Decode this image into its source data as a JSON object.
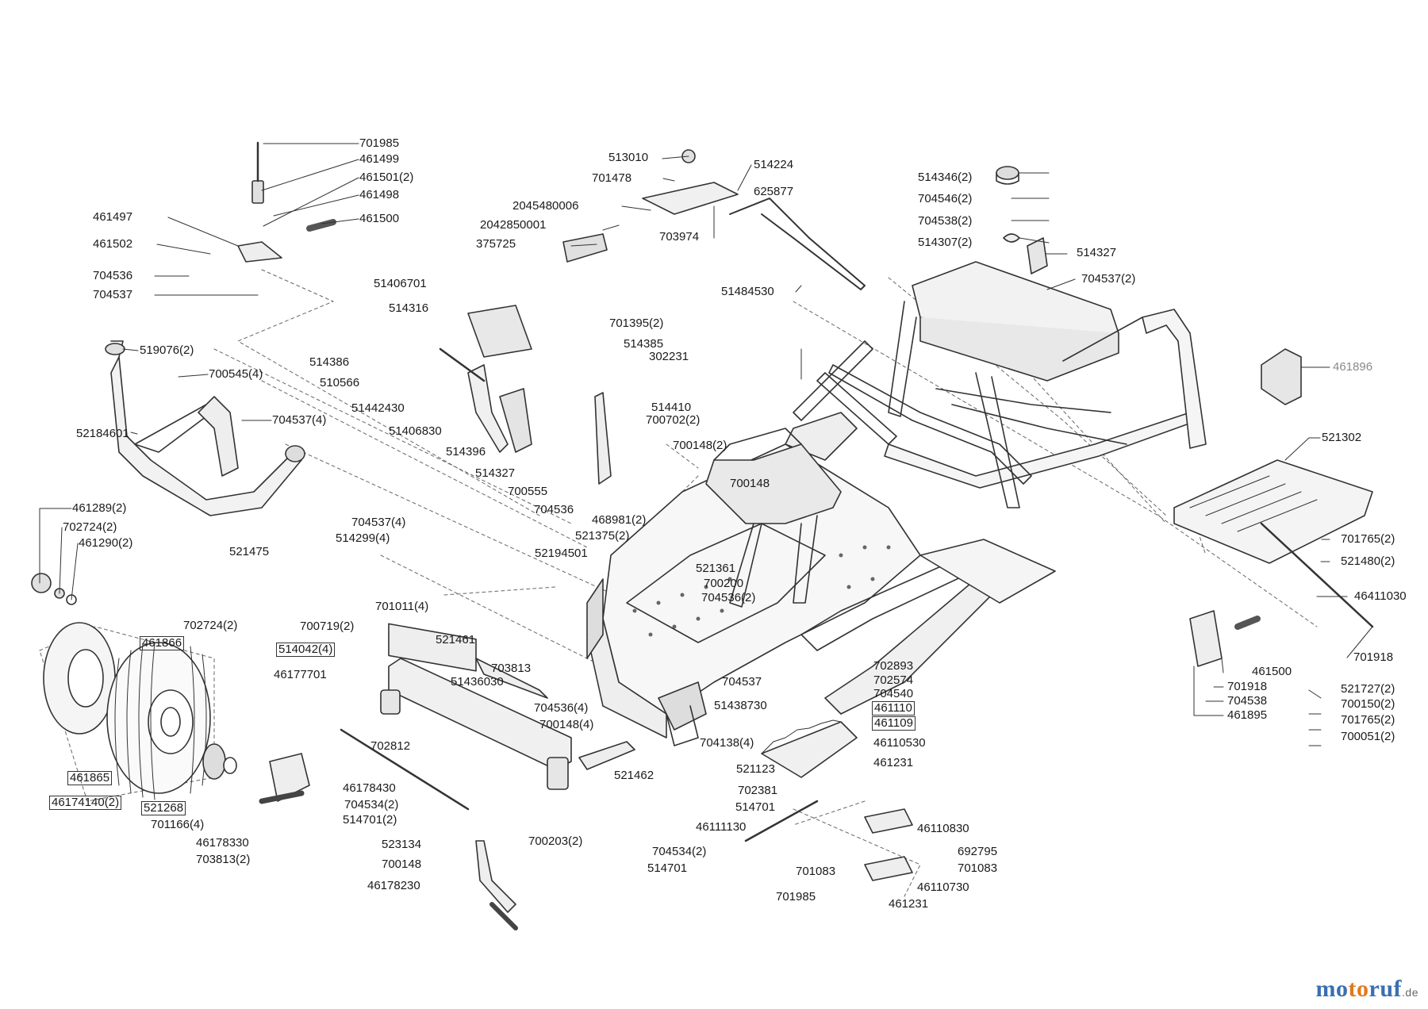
{
  "labels": [
    {
      "id": "p701985a",
      "text": "701985"
    },
    {
      "id": "p461499",
      "text": "461499"
    },
    {
      "id": "p461501",
      "text": "461501(2)"
    },
    {
      "id": "p461498",
      "text": "461498"
    },
    {
      "id": "p461497",
      "text": "461497"
    },
    {
      "id": "p461500a",
      "text": "461500"
    },
    {
      "id": "p461502",
      "text": "461502"
    },
    {
      "id": "p704536a",
      "text": "704536"
    },
    {
      "id": "p704537a",
      "text": "704537"
    },
    {
      "id": "p519076",
      "text": "519076(2)"
    },
    {
      "id": "p700545",
      "text": "700545(4)"
    },
    {
      "id": "p704537b",
      "text": "704537(4)"
    },
    {
      "id": "p52184601",
      "text": "52184601"
    },
    {
      "id": "p461289",
      "text": "461289(2)"
    },
    {
      "id": "p702724a",
      "text": "702724(2)"
    },
    {
      "id": "p461290",
      "text": "461290(2)"
    },
    {
      "id": "p461866",
      "text": "461866"
    },
    {
      "id": "p461865",
      "text": "461865"
    },
    {
      "id": "p46174140",
      "text": "46174140(2)"
    },
    {
      "id": "p521268",
      "text": "521268"
    },
    {
      "id": "p701166",
      "text": "701166(4)"
    },
    {
      "id": "p46178330",
      "text": "46178330"
    },
    {
      "id": "p703813a",
      "text": "703813(2)"
    },
    {
      "id": "p702724b",
      "text": "702724(2)"
    },
    {
      "id": "p513010",
      "text": "513010"
    },
    {
      "id": "p701478",
      "text": "701478"
    },
    {
      "id": "p514224",
      "text": "514224"
    },
    {
      "id": "p625877",
      "text": "625877"
    },
    {
      "id": "p2045480006",
      "text": "2045480006"
    },
    {
      "id": "p2042850001",
      "text": "2042850001"
    },
    {
      "id": "p375725",
      "text": "375725"
    },
    {
      "id": "p703974",
      "text": "703974"
    },
    {
      "id": "p51484530",
      "text": "51484530"
    },
    {
      "id": "p51406701",
      "text": "51406701"
    },
    {
      "id": "p514316",
      "text": "514316"
    },
    {
      "id": "p514386",
      "text": "514386"
    },
    {
      "id": "p510566",
      "text": "510566"
    },
    {
      "id": "p51442430",
      "text": "51442430"
    },
    {
      "id": "p51406830",
      "text": "51406830"
    },
    {
      "id": "p514396",
      "text": "514396"
    },
    {
      "id": "p514327a",
      "text": "514327"
    },
    {
      "id": "p700555",
      "text": "700555"
    },
    {
      "id": "p704536b",
      "text": "704536"
    },
    {
      "id": "p701395",
      "text": "701395(2)"
    },
    {
      "id": "p514385",
      "text": "514385"
    },
    {
      "id": "p302231",
      "text": "302231"
    },
    {
      "id": "p514410",
      "text": "514410"
    },
    {
      "id": "p700702",
      "text": "700702(2)"
    },
    {
      "id": "p700148a",
      "text": "700148(2)"
    },
    {
      "id": "p700148b",
      "text": "700148"
    },
    {
      "id": "p468981",
      "text": "468981(2)"
    },
    {
      "id": "p521375",
      "text": "521375(2)"
    },
    {
      "id": "p52194501",
      "text": "52194501"
    },
    {
      "id": "p521361",
      "text": "521361"
    },
    {
      "id": "p700200",
      "text": "700200"
    },
    {
      "id": "p704536c",
      "text": "704536(2)"
    },
    {
      "id": "p521475",
      "text": "521475"
    },
    {
      "id": "p704537c",
      "text": "704537(4)"
    },
    {
      "id": "p514299",
      "text": "514299(4)"
    },
    {
      "id": "p701011",
      "text": "701011(4)"
    },
    {
      "id": "p700719",
      "text": "700719(2)"
    },
    {
      "id": "p514042",
      "text": "514042(4)"
    },
    {
      "id": "p46177701",
      "text": "46177701"
    },
    {
      "id": "p521461",
      "text": "521461"
    },
    {
      "id": "p703813b",
      "text": "703813"
    },
    {
      "id": "p51436030",
      "text": "51436030"
    },
    {
      "id": "p704536d",
      "text": "704536(4)"
    },
    {
      "id": "p700148c",
      "text": "700148(4)"
    },
    {
      "id": "p521462",
      "text": "521462"
    },
    {
      "id": "p702812",
      "text": "702812"
    },
    {
      "id": "p46178430",
      "text": "46178430"
    },
    {
      "id": "p704534a",
      "text": "704534(2)"
    },
    {
      "id": "p514701a",
      "text": "514701(2)"
    },
    {
      "id": "p523134",
      "text": "523134"
    },
    {
      "id": "p700148d",
      "text": "700148"
    },
    {
      "id": "p46178230",
      "text": "46178230"
    },
    {
      "id": "p700203",
      "text": "700203(2)"
    },
    {
      "id": "p514346",
      "text": "514346(2)"
    },
    {
      "id": "p704546",
      "text": "704546(2)"
    },
    {
      "id": "p704538a",
      "text": "704538(2)"
    },
    {
      "id": "p514307",
      "text": "514307(2)"
    },
    {
      "id": "p514327b",
      "text": "514327"
    },
    {
      "id": "p704537d",
      "text": "704537(2)"
    },
    {
      "id": "p461896",
      "text": "461896"
    },
    {
      "id": "p521302",
      "text": "521302"
    },
    {
      "id": "p701765a",
      "text": "701765(2)"
    },
    {
      "id": "p521480",
      "text": "521480(2)"
    },
    {
      "id": "p46411030",
      "text": "46411030"
    },
    {
      "id": "p701918a",
      "text": "701918"
    },
    {
      "id": "p461500b",
      "text": "461500"
    },
    {
      "id": "p701918b",
      "text": "701918"
    },
    {
      "id": "p704538b",
      "text": "704538"
    },
    {
      "id": "p461895",
      "text": "461895"
    },
    {
      "id": "p521727",
      "text": "521727(2)"
    },
    {
      "id": "p700150",
      "text": "700150(2)"
    },
    {
      "id": "p701765b",
      "text": "701765(2)"
    },
    {
      "id": "p700051",
      "text": "700051(2)"
    },
    {
      "id": "p704537e",
      "text": "704537"
    },
    {
      "id": "p51438730",
      "text": "51438730"
    },
    {
      "id": "p704138",
      "text": "704138(4)"
    },
    {
      "id": "p702893",
      "text": "702893"
    },
    {
      "id": "p702574",
      "text": "702574"
    },
    {
      "id": "p704540",
      "text": "704540"
    },
    {
      "id": "p461110",
      "text": "461110"
    },
    {
      "id": "p461109",
      "text": "461109"
    },
    {
      "id": "p46110530",
      "text": "46110530"
    },
    {
      "id": "p461231a",
      "text": "461231"
    },
    {
      "id": "p521123",
      "text": "521123"
    },
    {
      "id": "p702381",
      "text": "702381"
    },
    {
      "id": "p514701b",
      "text": "514701"
    },
    {
      "id": "p46111130",
      "text": "46111130"
    },
    {
      "id": "p704534b",
      "text": "704534(2)"
    },
    {
      "id": "p514701c",
      "text": "514701"
    },
    {
      "id": "p46110830",
      "text": "46110830"
    },
    {
      "id": "p692795",
      "text": "692795"
    },
    {
      "id": "p701083a",
      "text": "701083"
    },
    {
      "id": "p701083b",
      "text": "701083"
    },
    {
      "id": "p46110730",
      "text": "46110730"
    },
    {
      "id": "p701985b",
      "text": "701985"
    },
    {
      "id": "p461231b",
      "text": "461231"
    }
  ],
  "watermark": {
    "part1": "mo",
    "part2": "to",
    "part3": "ruf",
    "part4": ".de"
  }
}
